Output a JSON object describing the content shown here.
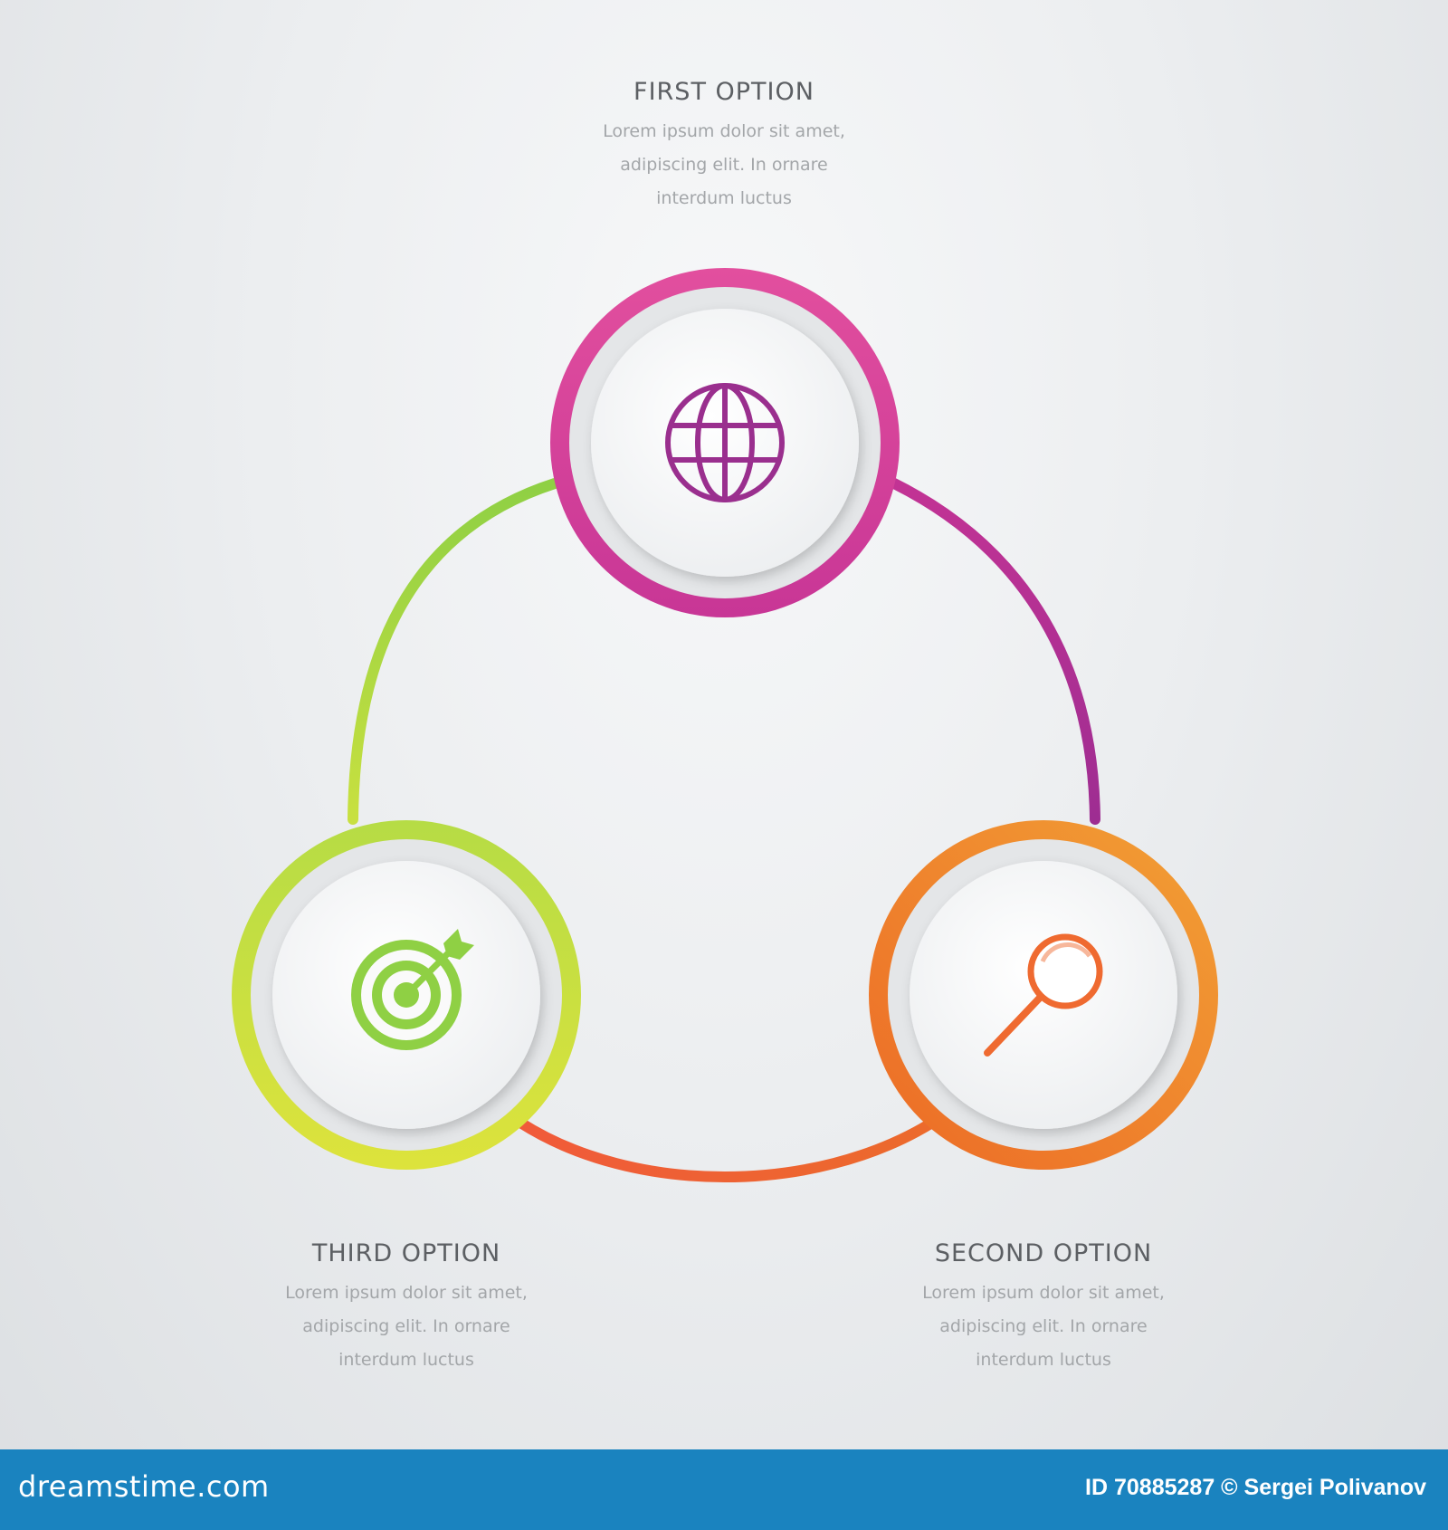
{
  "options": [
    {
      "id": "first",
      "title": "FIRST OPTION",
      "desc": [
        "Lorem ipsum dolor sit amet,",
        "adipiscing elit. In ornare",
        "interdum luctus"
      ],
      "icon": "globe-icon",
      "color": "#c8389c"
    },
    {
      "id": "second",
      "title": "SECOND OPTION",
      "desc": [
        "Lorem ipsum dolor sit amet,",
        "adipiscing elit. In ornare",
        "interdum luctus"
      ],
      "icon": "magnifier-icon",
      "color": "#f07f2b"
    },
    {
      "id": "third",
      "title": "THIRD OPTION",
      "desc": [
        "Lorem ipsum dolor sit amet,",
        "adipiscing elit. In ornare",
        "interdum luctus"
      ],
      "icon": "target-icon",
      "color": "#9fd33b"
    }
  ],
  "colors": {
    "pink": "#d43d9c",
    "purple": "#a6328f",
    "green": "#9fd33b",
    "yellow": "#d9e23b",
    "orange": "#f07f2b",
    "red": "#ea5a2b"
  },
  "footer": {
    "brand": "dreamstime.com",
    "credit": "ID 70885287 © Sergei Polivanov"
  }
}
